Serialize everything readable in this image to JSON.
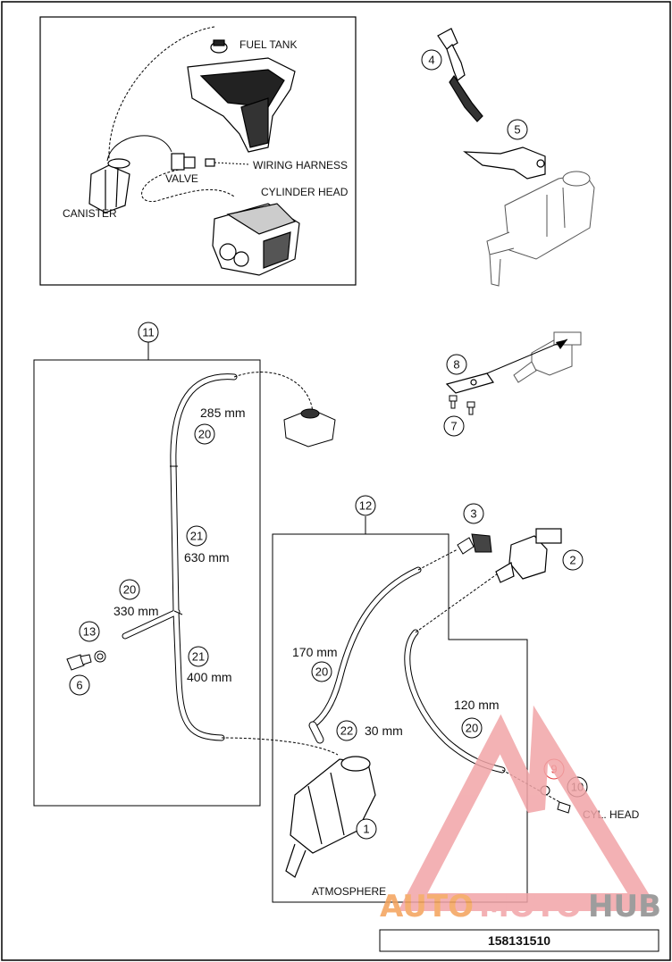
{
  "inset": {
    "fuel_tank": "FUEL TANK",
    "wiring_harness": "WIRING HARNESS",
    "valve": "VALVE",
    "canister": "CANISTER",
    "cylinder_head": "CYLINDER HEAD"
  },
  "callouts": {
    "p1": "1",
    "p2": "2",
    "p3": "3",
    "p4": "4",
    "p5": "5",
    "p6": "6",
    "p7": "7",
    "p8": "8",
    "p9": "9",
    "p10": "10",
    "p11": "11",
    "p12": "12",
    "p13": "13",
    "p20a": "20",
    "p20b": "20",
    "p20c": "20",
    "p20d": "20",
    "p21a": "21",
    "p21b": "21",
    "p22": "22"
  },
  "lengths": {
    "l285": "285 mm",
    "l630": "630 mm",
    "l330": "330 mm",
    "l400": "400 mm",
    "l170": "170 mm",
    "l30": "30 mm",
    "l120": "120 mm"
  },
  "labels": {
    "atmosphere": "ATMOSPHERE",
    "cyl_head": "CYL. HEAD"
  },
  "watermark": {
    "part1": "AUTO",
    "part2": "MOTO",
    "part3": "HUB"
  },
  "doc_number": "158131510",
  "colors": {
    "watermark_red": "#e8414a",
    "watermark_orange": "#f4a25a",
    "watermark_gray": "#8c8c8c",
    "callout_9_red": "#e03a3a"
  }
}
